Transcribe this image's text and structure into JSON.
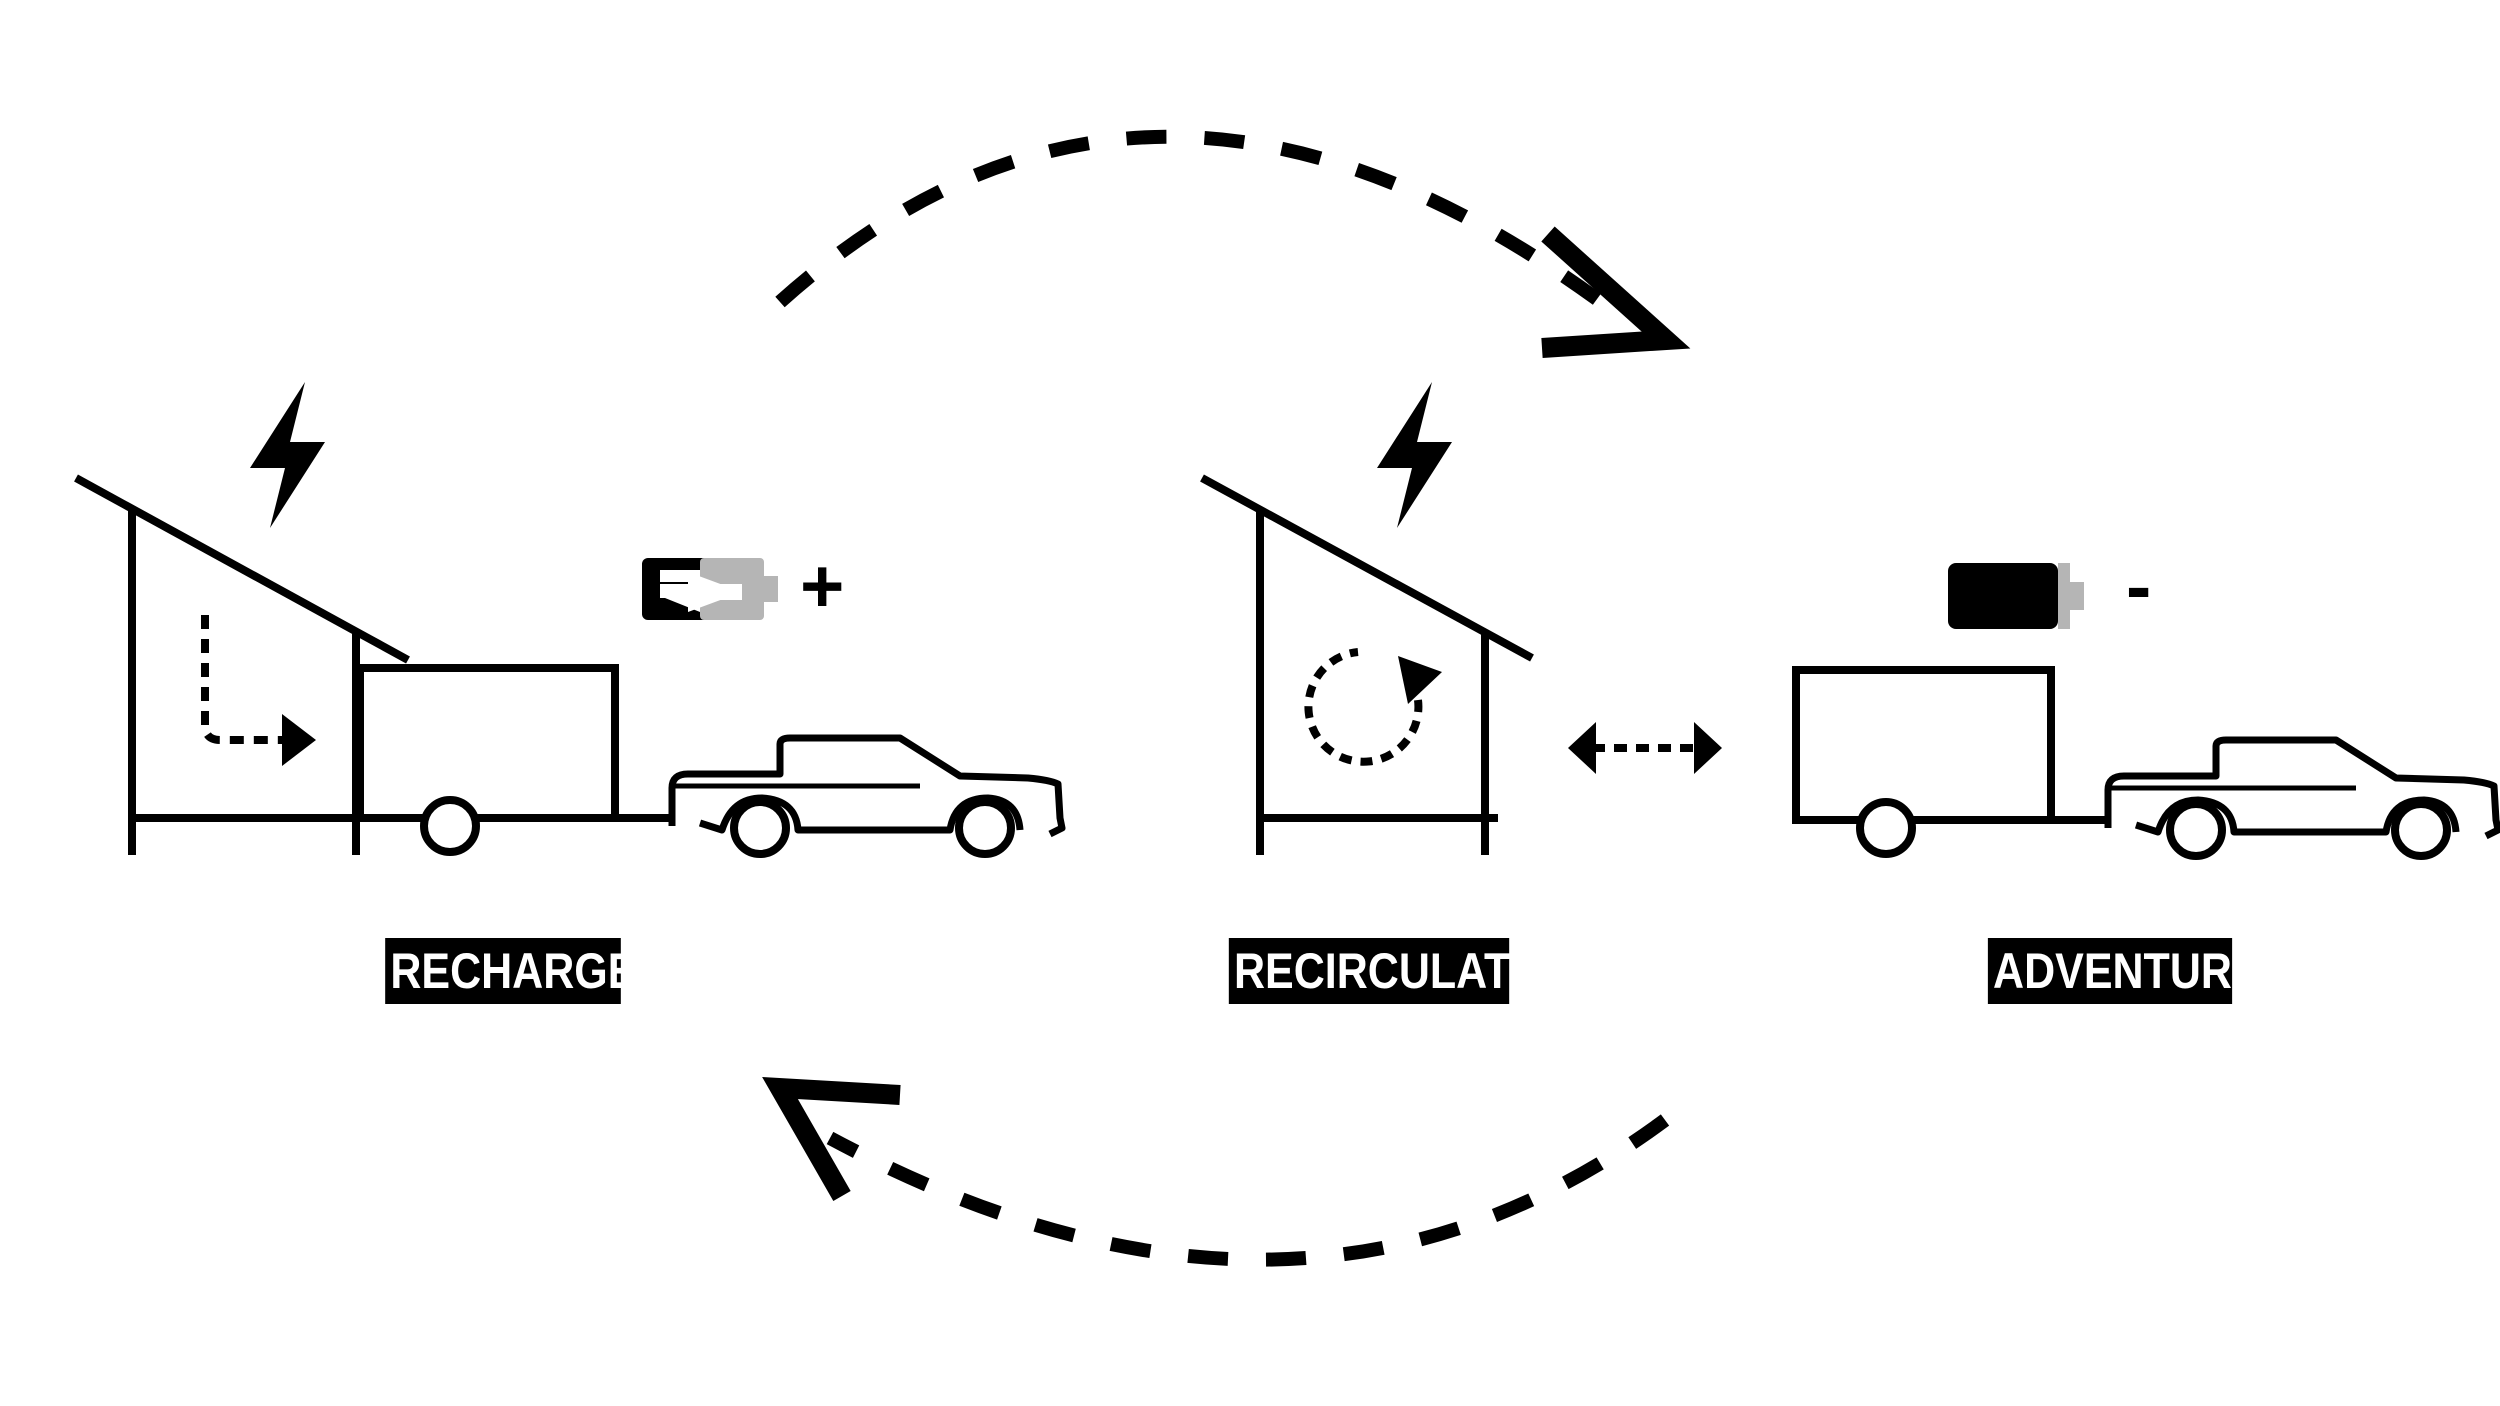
{
  "stages": {
    "recharge": {
      "label": "RECHARGE",
      "battery_sign": "+"
    },
    "recirculate": {
      "label": "RECIRCULATE"
    },
    "adventure": {
      "label": "ADVENTURE",
      "battery_sign": "-"
    }
  },
  "colors": {
    "ink": "#000000",
    "battery_empty": "#b5b5b5",
    "background": "#ffffff"
  },
  "icons": [
    "lightning-bolt-icon",
    "solar-shed-icon",
    "trailer-icon",
    "pickup-truck-icon",
    "battery-icon",
    "cycle-arrow-icon",
    "bidirectional-arrow-icon",
    "dashed-curved-arrow-icon"
  ]
}
